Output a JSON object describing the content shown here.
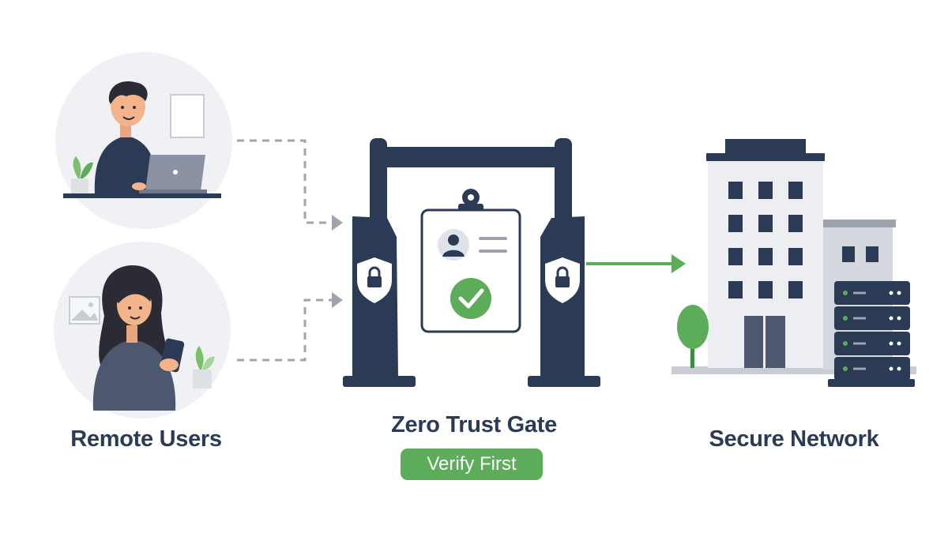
{
  "labels": {
    "remote_users": "Remote Users",
    "gate": "Zero Trust Gate",
    "gate_badge": "Verify First",
    "network": "Secure Network"
  },
  "colors": {
    "navy": "#2b3a55",
    "accent_green": "#5cac5a",
    "circle_bg": "#f0f1f4",
    "building": "#eceef2",
    "arrow_grey": "#9ea3ad"
  },
  "icons": [
    "laptop-user",
    "phone-user",
    "shield-lock-icon",
    "id-card-icon",
    "checkmark-icon",
    "building-icon",
    "server-rack-icon",
    "tree-icon"
  ]
}
